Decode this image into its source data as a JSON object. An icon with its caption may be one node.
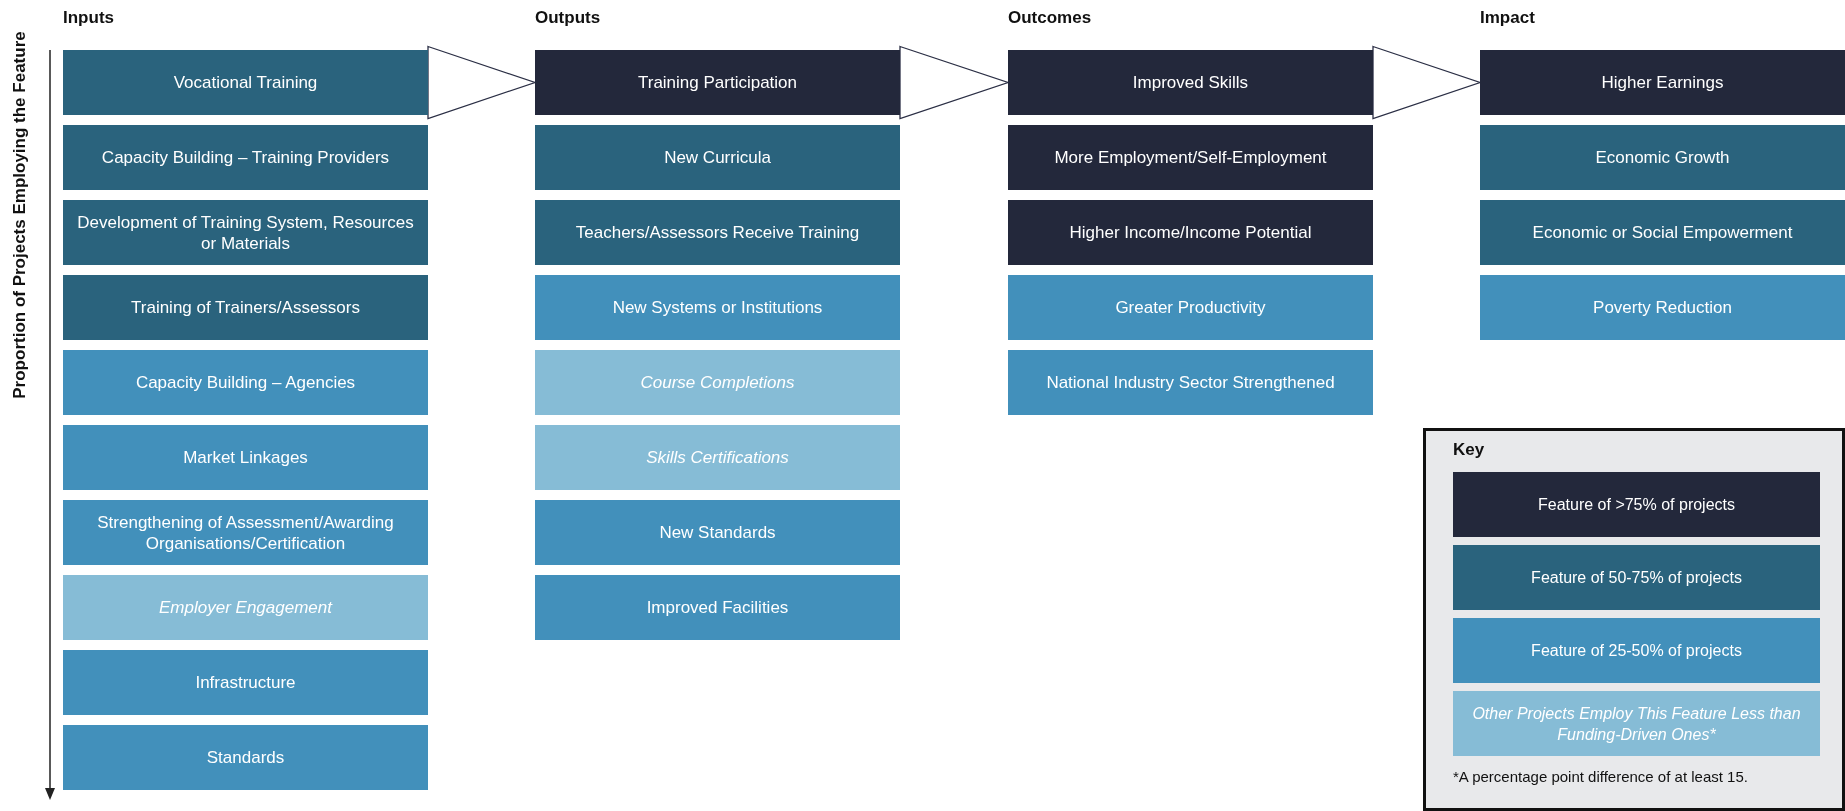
{
  "diagram": {
    "nodes": [
      {
        "text": [
          "Vocational Training"
        ]
      },
      {
        "text": [
          "Capacity Building – Training Providers"
        ]
      },
      {
        "text": [
          "Development of Training System, Resources or Materials"
        ]
      },
      {
        "text": [
          "Training of Trainers/Assessors"
        ]
      },
      {
        "text": [
          "Capacity Building – Agencies"
        ]
      },
      {
        "text": [
          "Market Linkages"
        ]
      },
      {
        "text": [
          "Strengthening of Assessment/Awarding Organisations/Certification"
        ]
      },
      {
        "text": [
          "Employer Engagement"
        ]
      },
      {
        "text": [
          "Infrastructure"
        ]
      },
      {
        "text": [
          "Standards"
        ]
      },
      {
        "text": [
          "Training Participation"
        ]
      },
      {
        "text": [
          "New Curricula"
        ]
      },
      {
        "text": [
          "Teachers/Assessors Receive Training"
        ]
      },
      {
        "text": [
          "New Systems or Institutions"
        ]
      },
      {
        "text": [
          "Course Completions"
        ]
      },
      {
        "text": [
          "Skills Certifications"
        ]
      },
      {
        "text": [
          "New Standards"
        ]
      },
      {
        "text": [
          "Improved Facilities"
        ]
      },
      {
        "text": [
          "Improved Skills"
        ]
      },
      {
        "text": [
          "More Employment/Self-Employment"
        ]
      },
      {
        "text": [
          "Higher Income/Income Potential"
        ]
      },
      {
        "text": [
          "Greater Productivity"
        ]
      },
      {
        "text": [
          "National Industry Sector Strengthened"
        ]
      },
      {
        "text": [
          "Higher Earnings"
        ]
      },
      {
        "text": [
          "Economic Growth"
        ]
      },
      {
        "text": [
          "Economic or Social Empowerment"
        ]
      },
      {
        "text": [
          "Poverty Reduction"
        ]
      }
    ],
    "edges": [
      {
        "from": 0,
        "to": 10,
        "arrow": "to"
      },
      {
        "from": 10,
        "to": 18,
        "arrow": "to"
      },
      {
        "from": 18,
        "to": 23,
        "arrow": "to"
      }
    ],
    "labels": [
      "Inputs",
      "Outputs",
      "Outcomes",
      "Impact",
      "Proportion of Projects Employing the Feature",
      "Key",
      "*A percentage point difference of at least 15."
    ],
    "legend": [
      {
        "text": "Feature of >75% of projects",
        "color": "#23283b"
      },
      {
        "text": "Feature of 50-75% of projects",
        "color": "#2a637d"
      },
      {
        "text": "Feature of 25-50% of projects",
        "color": "#4290bb"
      },
      {
        "text": "Other Projects Employ This Feature Less than Funding-Driven Ones*",
        "color": "#86bcd6"
      }
    ]
  }
}
